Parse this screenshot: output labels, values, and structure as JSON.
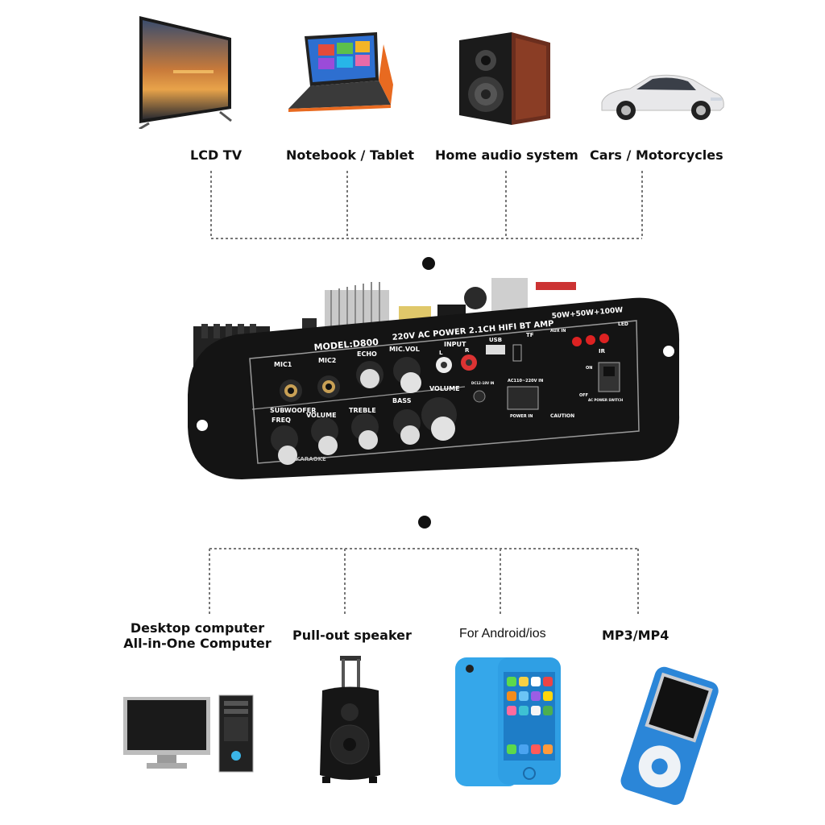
{
  "top_devices": [
    {
      "label": "LCD TV",
      "icon": "tv-icon"
    },
    {
      "label": "Notebook / Tablet",
      "icon": "laptop-icon"
    },
    {
      "label": "Home audio system",
      "icon": "speaker-icon"
    },
    {
      "label": "Cars / Motorcycles",
      "icon": "car-icon"
    }
  ],
  "bottom_devices": [
    {
      "label": "Desktop computer",
      "label2": "All-in-One Computer",
      "icon": "desktop-computer-icon"
    },
    {
      "label": "Pull-out speaker",
      "icon": "trolley-speaker-icon"
    },
    {
      "label": "For Android/ios",
      "icon": "smartphone-icon"
    },
    {
      "label": "MP3/MP4",
      "icon": "mp3-player-icon"
    }
  ],
  "board": {
    "model": "MODEL:D800",
    "title": "220V AC POWER 2.1CH HIFI BT AMP",
    "power": "50W+50W+100W",
    "mic1": "MIC1",
    "mic2": "MIC2",
    "echo": "ECHO",
    "mic_vol": "MIC.VOL",
    "input": "INPUT",
    "input_l": "L",
    "input_r": "R",
    "usb": "USB",
    "tf": "TF",
    "aux_in": "AUX IN",
    "led": "LED",
    "ir": "IR",
    "subwoofer": "SUBWOOFER",
    "freq": "FREQ",
    "volume_small": "VOLUME",
    "treble": "TREBLE",
    "bass": "BASS",
    "volume_main": "VOLUME",
    "dc_in": "DC12-18V IN",
    "ac_in": "AC110~220V IN",
    "power_in": "POWER IN",
    "caution": "CAUTION",
    "on": "ON",
    "off": "OFF",
    "ac_power_switch": "AC POWER SWITCH",
    "karaoke": "KARAOKE"
  },
  "colors": {
    "board": "#141414",
    "knob": "#d9d9d9",
    "connector_line": "#777777",
    "phone_blue": "#35a7ea",
    "mp3_blue": "#2b86d8"
  }
}
